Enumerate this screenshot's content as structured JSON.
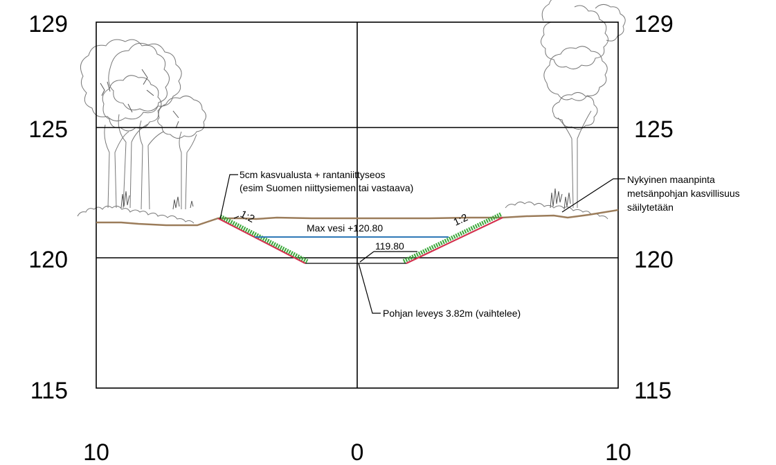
{
  "elevations": {
    "e129": "129",
    "e125": "125",
    "e120": "120",
    "e115": "115"
  },
  "distances": {
    "left": "10",
    "center": "0",
    "right": "10"
  },
  "annotations": {
    "planting_line1": "5cm kasvualusta + rantaniittyseos",
    "planting_line2": "(esim Suomen niittysiemen tai vastaava)",
    "existing_line1": "Nykyinen maanpinta",
    "existing_line2": "metsänpohjan kasvillisuus",
    "existing_line3": "säilytetään",
    "max_water": "Max vesi +120.80",
    "bottom_level": "119.80",
    "bottom_width": "Pohjan leveys 3.82m (vaihtelee)",
    "slope_left": "1:2",
    "slope_right": "1:2"
  },
  "colors": {
    "ground": "#9b7c5a",
    "water": "#2e78b6",
    "slope": "#d3314e",
    "grass": "#3aa83a",
    "grid": "#000000"
  }
}
